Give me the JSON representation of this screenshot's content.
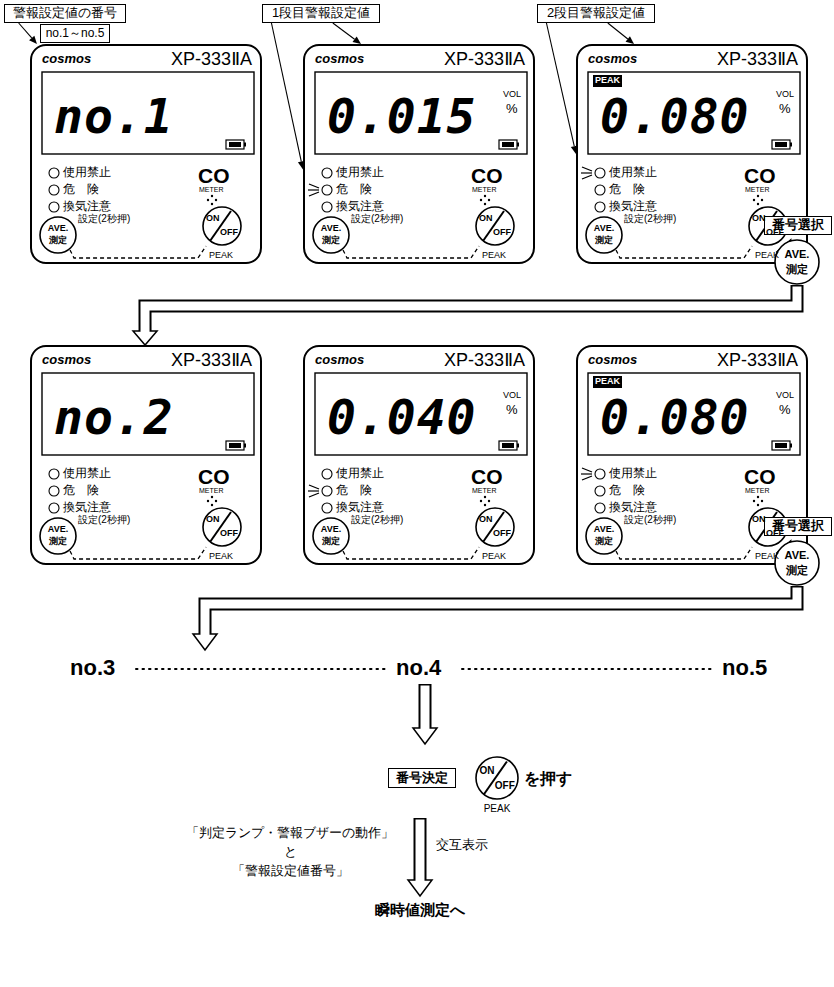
{
  "diagram": {
    "nodes": [
      {
        "text": [
          "警報設定値の番号"
        ]
      },
      {
        "text": [
          "no.1～no.5"
        ]
      },
      {
        "text": [
          "1段目警報設定値"
        ]
      },
      {
        "text": [
          "2段目警報設定値"
        ]
      },
      {
        "text": [
          "cosmos",
          "XP-333ⅡA",
          "no.1",
          "使用禁止",
          "危　険",
          "換気注意",
          "CO",
          "METER",
          "設定(2秒押)",
          "PEAK"
        ]
      },
      {
        "text": [
          "AVE.",
          "測定"
        ],
        "in": 4
      },
      {
        "text": [
          "ON",
          "OFF"
        ],
        "in": 4
      },
      {
        "text": [
          "cosmos",
          "XP-333ⅡA",
          "0.015",
          "VOL",
          "%",
          "使用禁止",
          "危　険",
          "換気注意",
          "CO",
          "METER",
          "設定(2秒押)",
          "PEAK"
        ]
      },
      {
        "text": [
          "AVE.",
          "測定"
        ],
        "in": 7
      },
      {
        "text": [
          "ON",
          "OFF"
        ],
        "in": 7
      },
      {
        "text": [
          "cosmos",
          "XP-333ⅡA",
          "PEAK",
          "0.080",
          "VOL",
          "%",
          "使用禁止",
          "危　険",
          "換気注意",
          "CO",
          "METER",
          "設定(2秒押)",
          "PEAK"
        ]
      },
      {
        "text": [
          "AVE.",
          "測定"
        ],
        "in": 10
      },
      {
        "text": [
          "ON",
          "OFF"
        ],
        "in": 10
      },
      {
        "text": [
          "番号選択"
        ]
      },
      {
        "text": [
          "AVE.",
          "測定"
        ]
      },
      {
        "text": [
          "cosmos",
          "XP-333ⅡA",
          "no.2",
          "使用禁止",
          "危　険",
          "換気注意",
          "CO",
          "METER",
          "設定(2秒押)",
          "PEAK"
        ]
      },
      {
        "text": [
          "AVE.",
          "測定"
        ],
        "in": 15
      },
      {
        "text": [
          "ON",
          "OFF"
        ],
        "in": 15
      },
      {
        "text": [
          "cosmos",
          "XP-333ⅡA",
          "0.040",
          "VOL",
          "%",
          "使用禁止",
          "危　険",
          "換気注意",
          "CO",
          "METER",
          "設定(2秒押)",
          "PEAK"
        ]
      },
      {
        "text": [
          "AVE.",
          "測定"
        ],
        "in": 18
      },
      {
        "text": [
          "ON",
          "OFF"
        ],
        "in": 18
      },
      {
        "text": [
          "cosmos",
          "XP-333ⅡA",
          "PEAK",
          "0.080",
          "VOL",
          "%",
          "使用禁止",
          "危　険",
          "換気注意",
          "CO",
          "METER",
          "設定(2秒押)",
          "PEAK"
        ]
      },
      {
        "text": [
          "AVE.",
          "測定"
        ],
        "in": 21
      },
      {
        "text": [
          "ON",
          "OFF"
        ],
        "in": 21
      },
      {
        "text": [
          "番号選択"
        ]
      },
      {
        "text": [
          "AVE.",
          "測定"
        ]
      },
      {
        "text": [
          "番号決定"
        ]
      },
      {
        "text": [
          "ON",
          "OFF"
        ]
      }
    ],
    "edges": [
      {
        "from": 0,
        "to": 4,
        "arrow": "to"
      },
      {
        "from": 2,
        "to": 7,
        "arrow": "to"
      },
      {
        "from": 2,
        "to": 7,
        "arrow": "to"
      },
      {
        "from": 3,
        "to": 10,
        "arrow": "to"
      },
      {
        "from": 3,
        "to": 10,
        "arrow": "to"
      },
      {
        "from": 10,
        "to": 14,
        "arrow": "to"
      },
      {
        "from": 14,
        "to": 15,
        "arrow": "to"
      },
      {
        "from": 21,
        "to": 25,
        "arrow": "to"
      }
    ],
    "labels": [
      "no.3",
      "no.4",
      "no.5",
      "を押す",
      "PEAK",
      "「判定ランプ・警報ブザーの動作」",
      "と",
      "「警報設定値番号」",
      "交互表示",
      "瞬時値測定へ"
    ]
  }
}
